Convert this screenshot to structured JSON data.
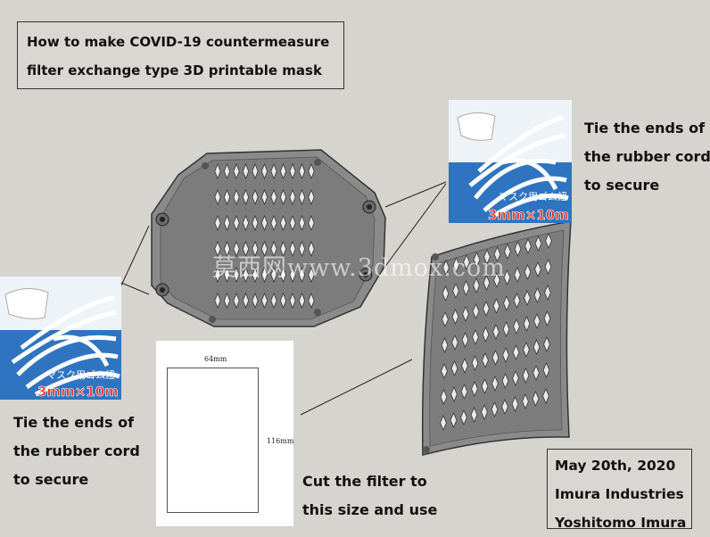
{
  "title": {
    "line1": "How to make COVID-19 countermeasure",
    "line2": "filter exchange type 3D printable mask"
  },
  "captions": {
    "top_right": [
      "Tie the ends of",
      "the rubber cord",
      "to secure"
    ],
    "left": [
      "Tie the ends of",
      "the rubber cord",
      "to secure"
    ],
    "filter": [
      "Cut the filter to",
      "this size and use"
    ]
  },
  "product_label": {
    "size": "3mm×10m",
    "japanese": "マスク用ゴム紐"
  },
  "filter_template": {
    "width_label": "64mm",
    "height_label": "116mm"
  },
  "credits": {
    "date": "May 20th, 2020",
    "company": "Imura Industries",
    "author": "Yoshitomo Imura"
  },
  "watermark": "莫西网www.3dmox.com",
  "colors": {
    "background": "#d6d4cf",
    "mask_body": "#8a8a8a",
    "label_red": "#e8352b",
    "photo_blue": "#2f74c0"
  }
}
